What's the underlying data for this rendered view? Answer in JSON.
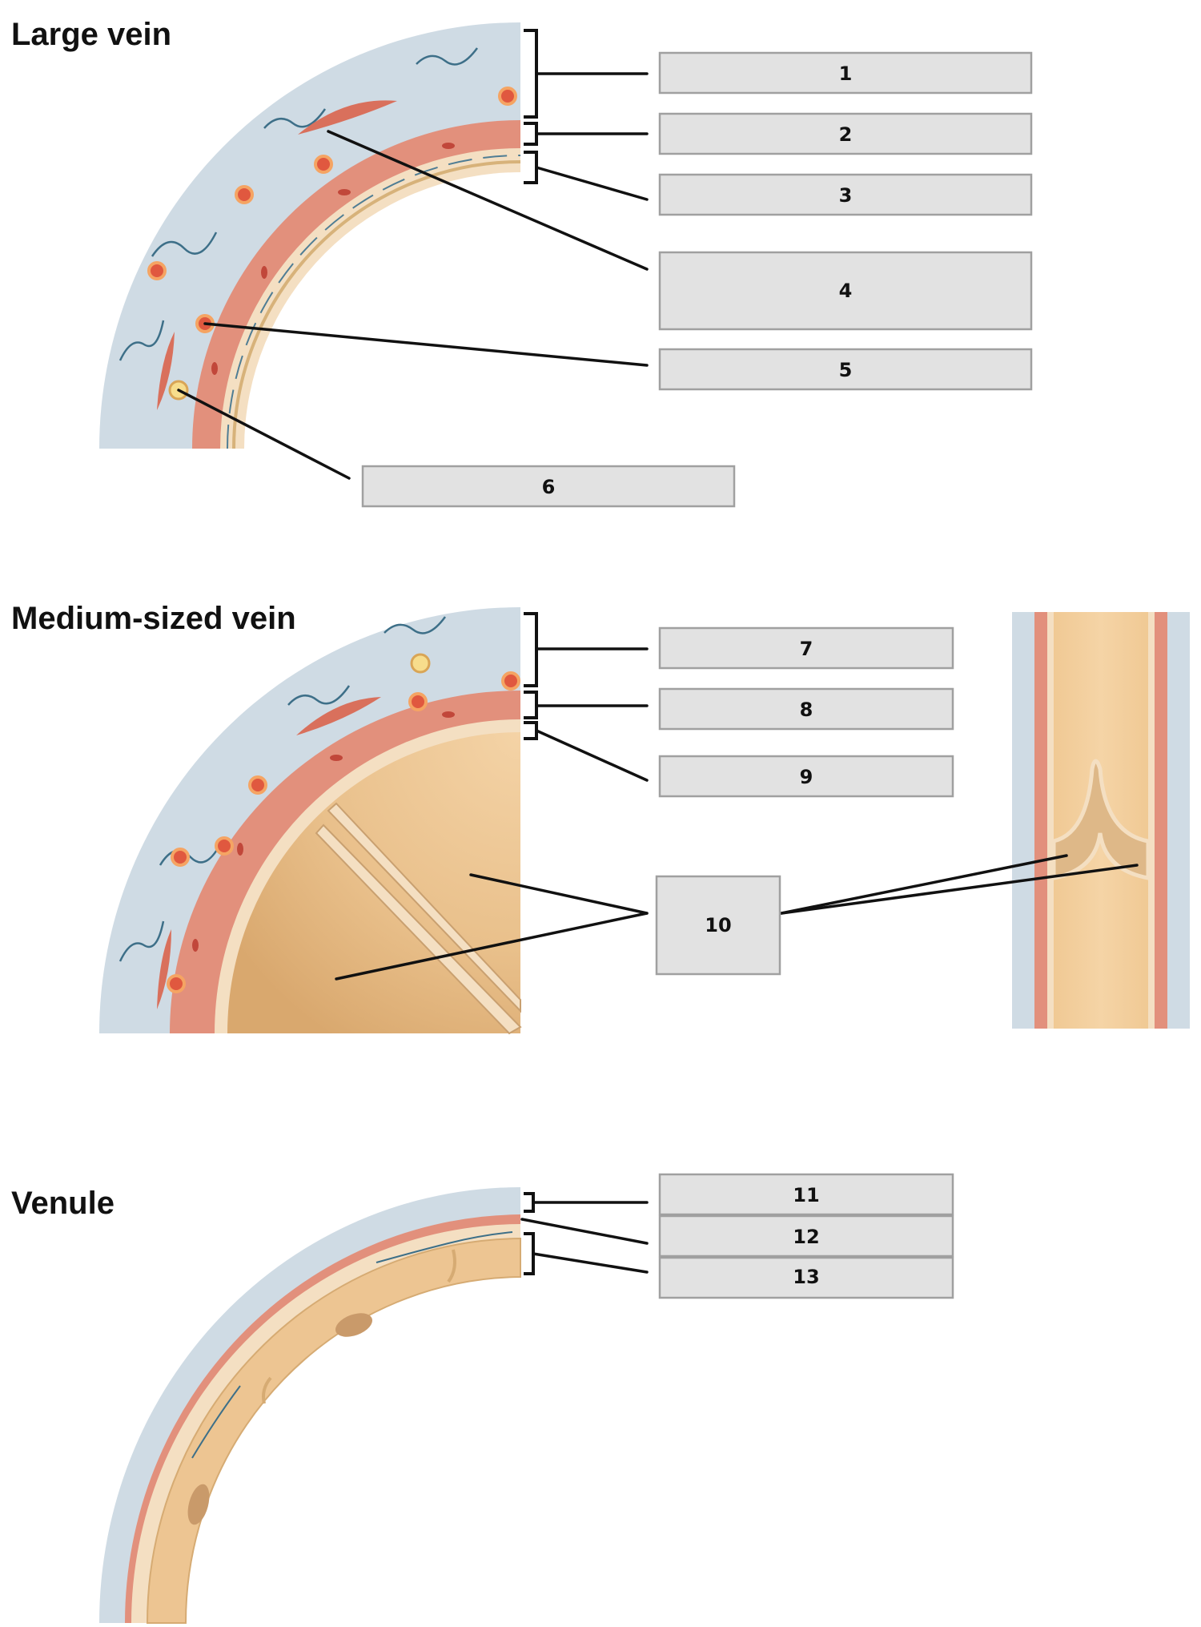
{
  "titles": {
    "large": "Large vein",
    "medium": "Medium-sized vein",
    "venule": "Venule"
  },
  "labels": [
    "1",
    "2",
    "3",
    "4",
    "5",
    "6",
    "7",
    "8",
    "9",
    "10",
    "11",
    "12",
    "13"
  ],
  "colors": {
    "externa": "#cfdbe4",
    "media": "#e2907c",
    "intima": "#f4dfc2",
    "lumen": "#ecc48f",
    "cell_dot": "#e0583f",
    "fat_cell": "#f7dd8c",
    "label_box": "#e2e2e2"
  }
}
